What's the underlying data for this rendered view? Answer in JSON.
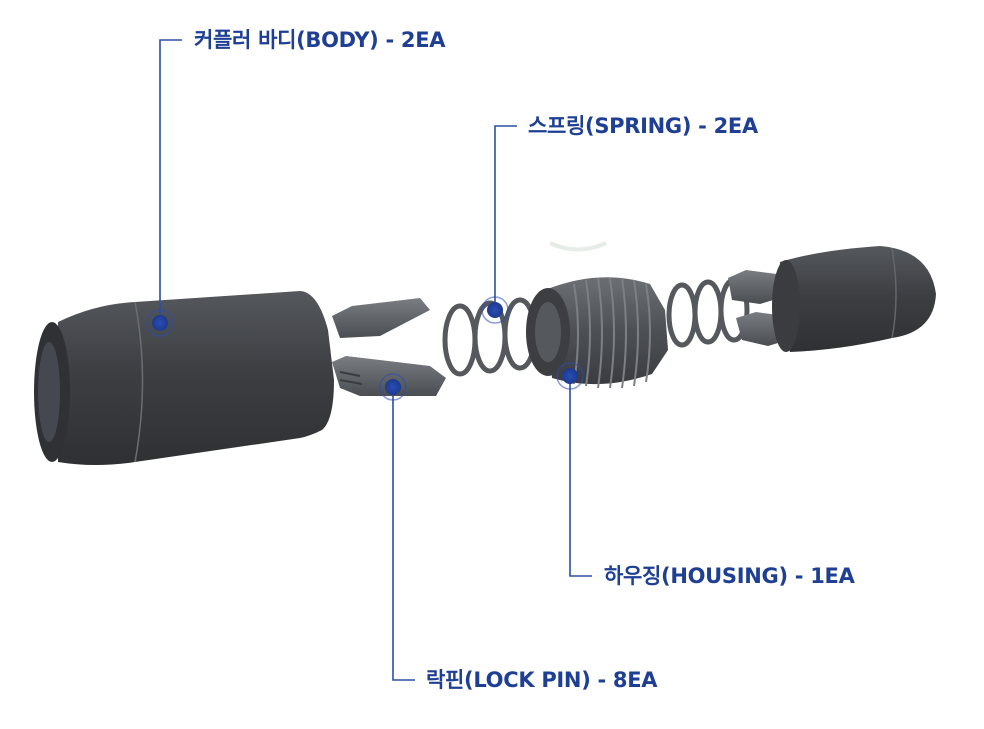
{
  "colors": {
    "accent": "#1f3f94",
    "leader": "#2b4ea8",
    "part_dark": "#3a3c3f",
    "part_mid": "#53565a",
    "part_light": "#6e7176"
  },
  "callouts": {
    "body": "커플러 바디(BODY) - 2EA",
    "spring": "스프링(SPRING) - 2EA",
    "housing": "하우징(HOUSING) - 1EA",
    "lockpin": "락핀(LOCK PIN) - 8EA"
  }
}
